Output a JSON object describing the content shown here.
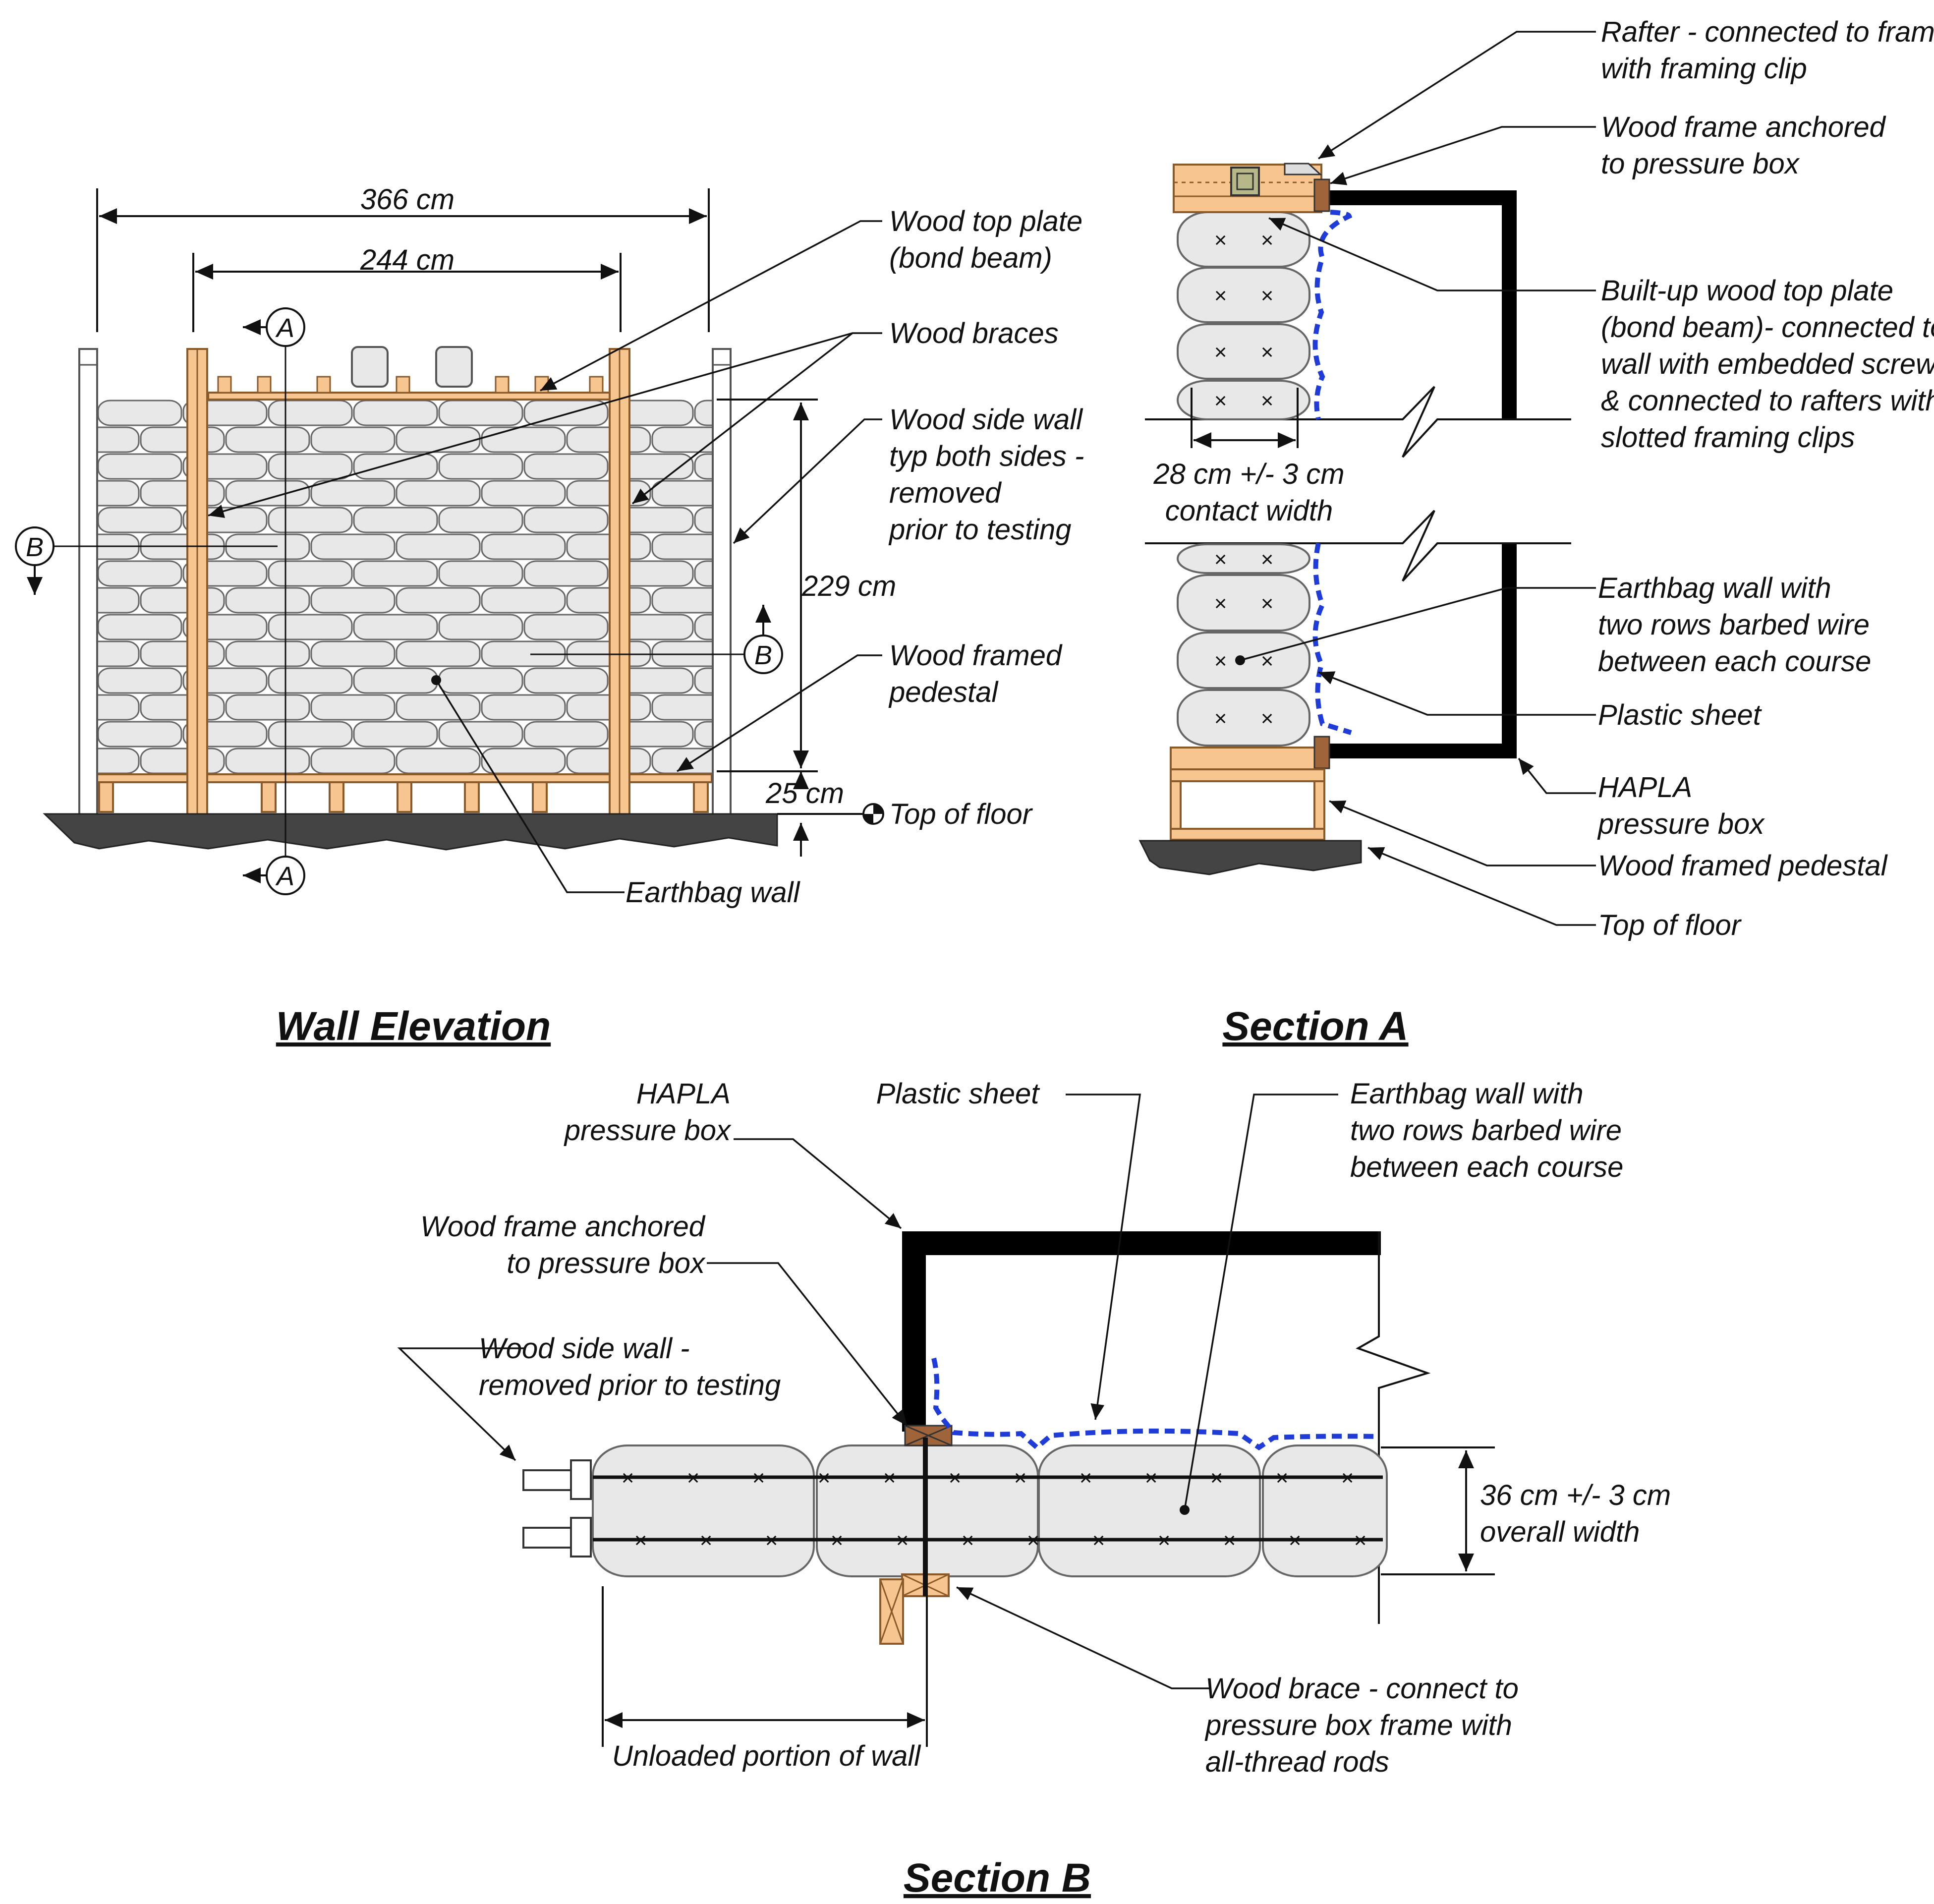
{
  "colors": {
    "wood": "#f7c58f",
    "wood_stroke": "#8a5a2b",
    "wood_dark": "#a0643a",
    "bag_fill": "#e8e8e8",
    "bag_stroke": "#666666",
    "floor": "#444444",
    "box": "#000000",
    "plastic": "#1f3bd8",
    "line": "#111111"
  },
  "elevation": {
    "title": "Wall Elevation",
    "dim_overall": "366 cm",
    "dim_inner": "244 cm",
    "dim_height": "229 cm",
    "dim_pedestal": "25 cm",
    "label_top_plate": [
      "Wood top plate",
      "(bond beam)"
    ],
    "label_braces": "Wood braces",
    "label_side_wall": [
      "Wood side wall",
      "typ both sides -",
      "removed",
      "prior to testing"
    ],
    "label_pedestal": [
      "Wood framed",
      "pedestal"
    ],
    "label_floor": "Top of floor",
    "label_wall": "Earthbag wall",
    "marker_a": "A",
    "marker_b": "B"
  },
  "section_a": {
    "title": "Section A",
    "label_rafter": [
      "Rafter - connected to frame",
      "with framing clip"
    ],
    "label_frame": [
      "Wood frame anchored",
      "to pressure box"
    ],
    "label_top_plate": [
      "Built-up wood top plate",
      "(bond beam)- connected to",
      "wall with embedded screws",
      "& connected to rafters with",
      "slotted framing clips"
    ],
    "label_contact": [
      "28 cm +/- 3 cm",
      "contact width"
    ],
    "label_wall": [
      "Earthbag wall with",
      "two rows barbed wire",
      "between each course"
    ],
    "label_plastic": "Plastic sheet",
    "label_box": [
      "HAPLA",
      "pressure box"
    ],
    "label_pedestal": "Wood framed pedestal",
    "label_floor": "Top of floor"
  },
  "section_b": {
    "title": "Section B",
    "label_box": [
      "HAPLA",
      "pressure box"
    ],
    "label_plastic": "Plastic sheet",
    "label_wall": [
      "Earthbag wall with",
      "two rows barbed wire",
      "between each course"
    ],
    "label_frame": [
      "Wood frame anchored",
      "to pressure box"
    ],
    "label_side_wall": [
      "Wood side wall -",
      "removed prior to testing"
    ],
    "label_width": [
      "36 cm +/- 3 cm",
      "overall width"
    ],
    "label_brace": [
      "Wood brace - connect to",
      "pressure box frame with",
      "all-thread rods"
    ],
    "label_unloaded": "Unloaded portion of wall"
  }
}
